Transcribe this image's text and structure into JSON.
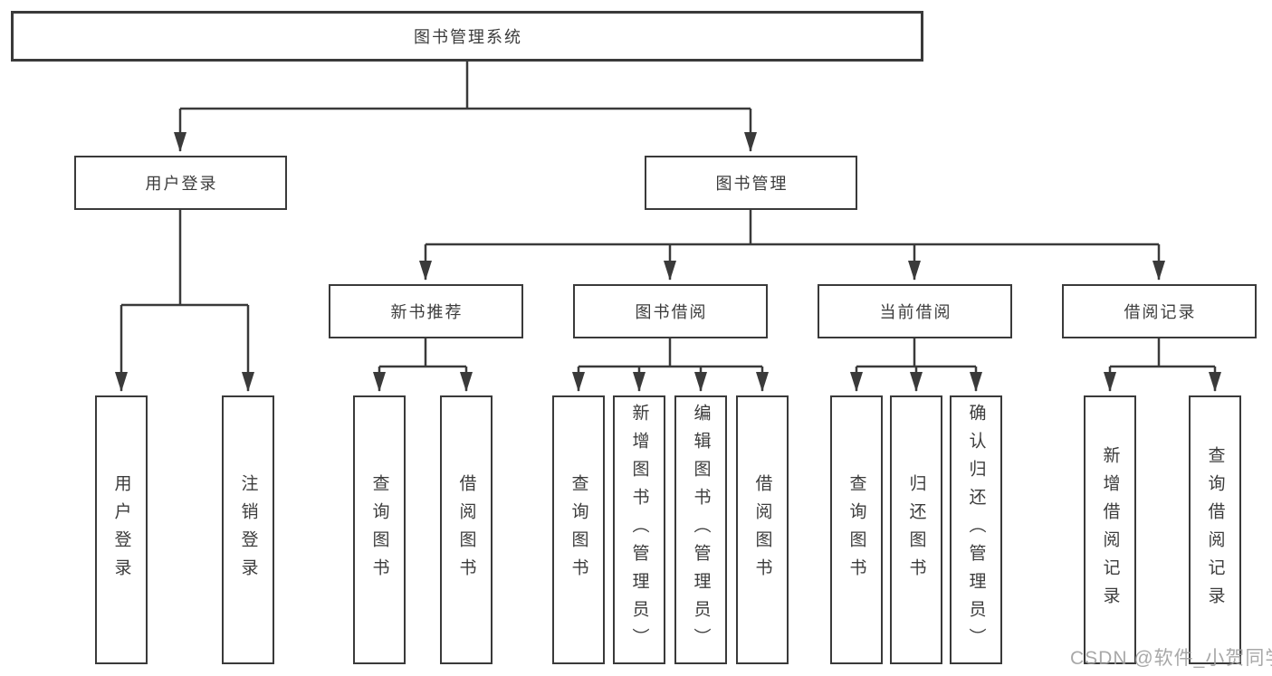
{
  "root": {
    "label": "图书管理系统"
  },
  "level2": {
    "login": {
      "label": "用户登录"
    },
    "manage": {
      "label": "图书管理"
    }
  },
  "level3": {
    "recommend": {
      "label": "新书推荐"
    },
    "borrow": {
      "label": "图书借阅"
    },
    "current": {
      "label": "当前借阅"
    },
    "records": {
      "label": "借阅记录"
    }
  },
  "leaves": {
    "login": [
      "用户登录",
      "注销登录"
    ],
    "recommend": [
      "查询图书",
      "借阅图书"
    ],
    "borrow": [
      "查询图书",
      "新增图书（管理员）",
      "编辑图书（管理员）",
      "借阅图书"
    ],
    "current": [
      "查询图书",
      "归还图书",
      "确认归还（管理员）"
    ],
    "records": [
      "新增借阅记录",
      "查询借阅记录"
    ]
  },
  "watermark": "CSDN @软件_小贺同学",
  "colors": {
    "line": "#3a3a3a",
    "border": "#3a3a3a",
    "text": "#3c3c3c",
    "watermark": "#9e9e9e"
  }
}
